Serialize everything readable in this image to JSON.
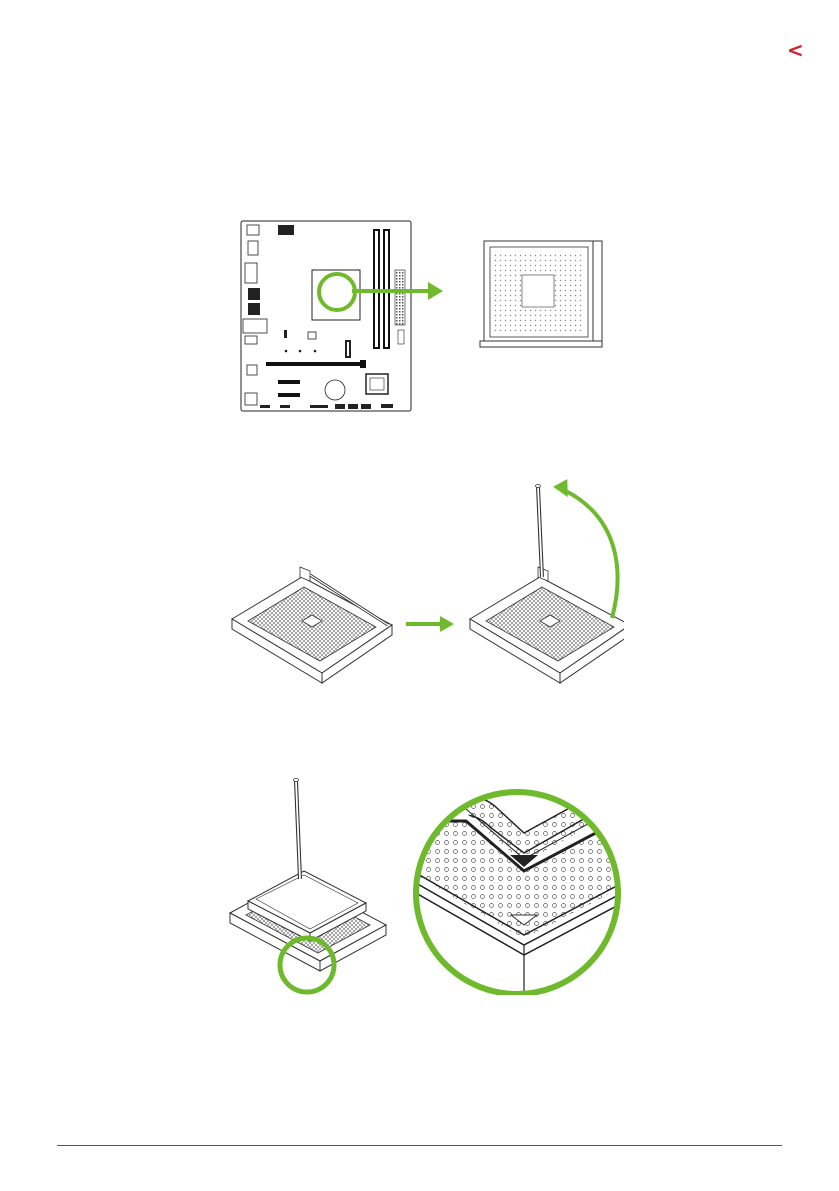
{
  "page": {
    "nav_icon": "chevron-left-icon",
    "accent_color": "#d4202a",
    "highlight_color": "#6fba2c"
  },
  "figures": {
    "motherboard": {
      "icon": "motherboard-diagram"
    },
    "socket_closeup": {
      "icon": "cpu-socket-diagram"
    },
    "lever_lift": {
      "icon": "socket-lever-lift-diagram"
    },
    "cpu_alignment": {
      "icon": "cpu-triangle-alignment-diagram"
    }
  }
}
